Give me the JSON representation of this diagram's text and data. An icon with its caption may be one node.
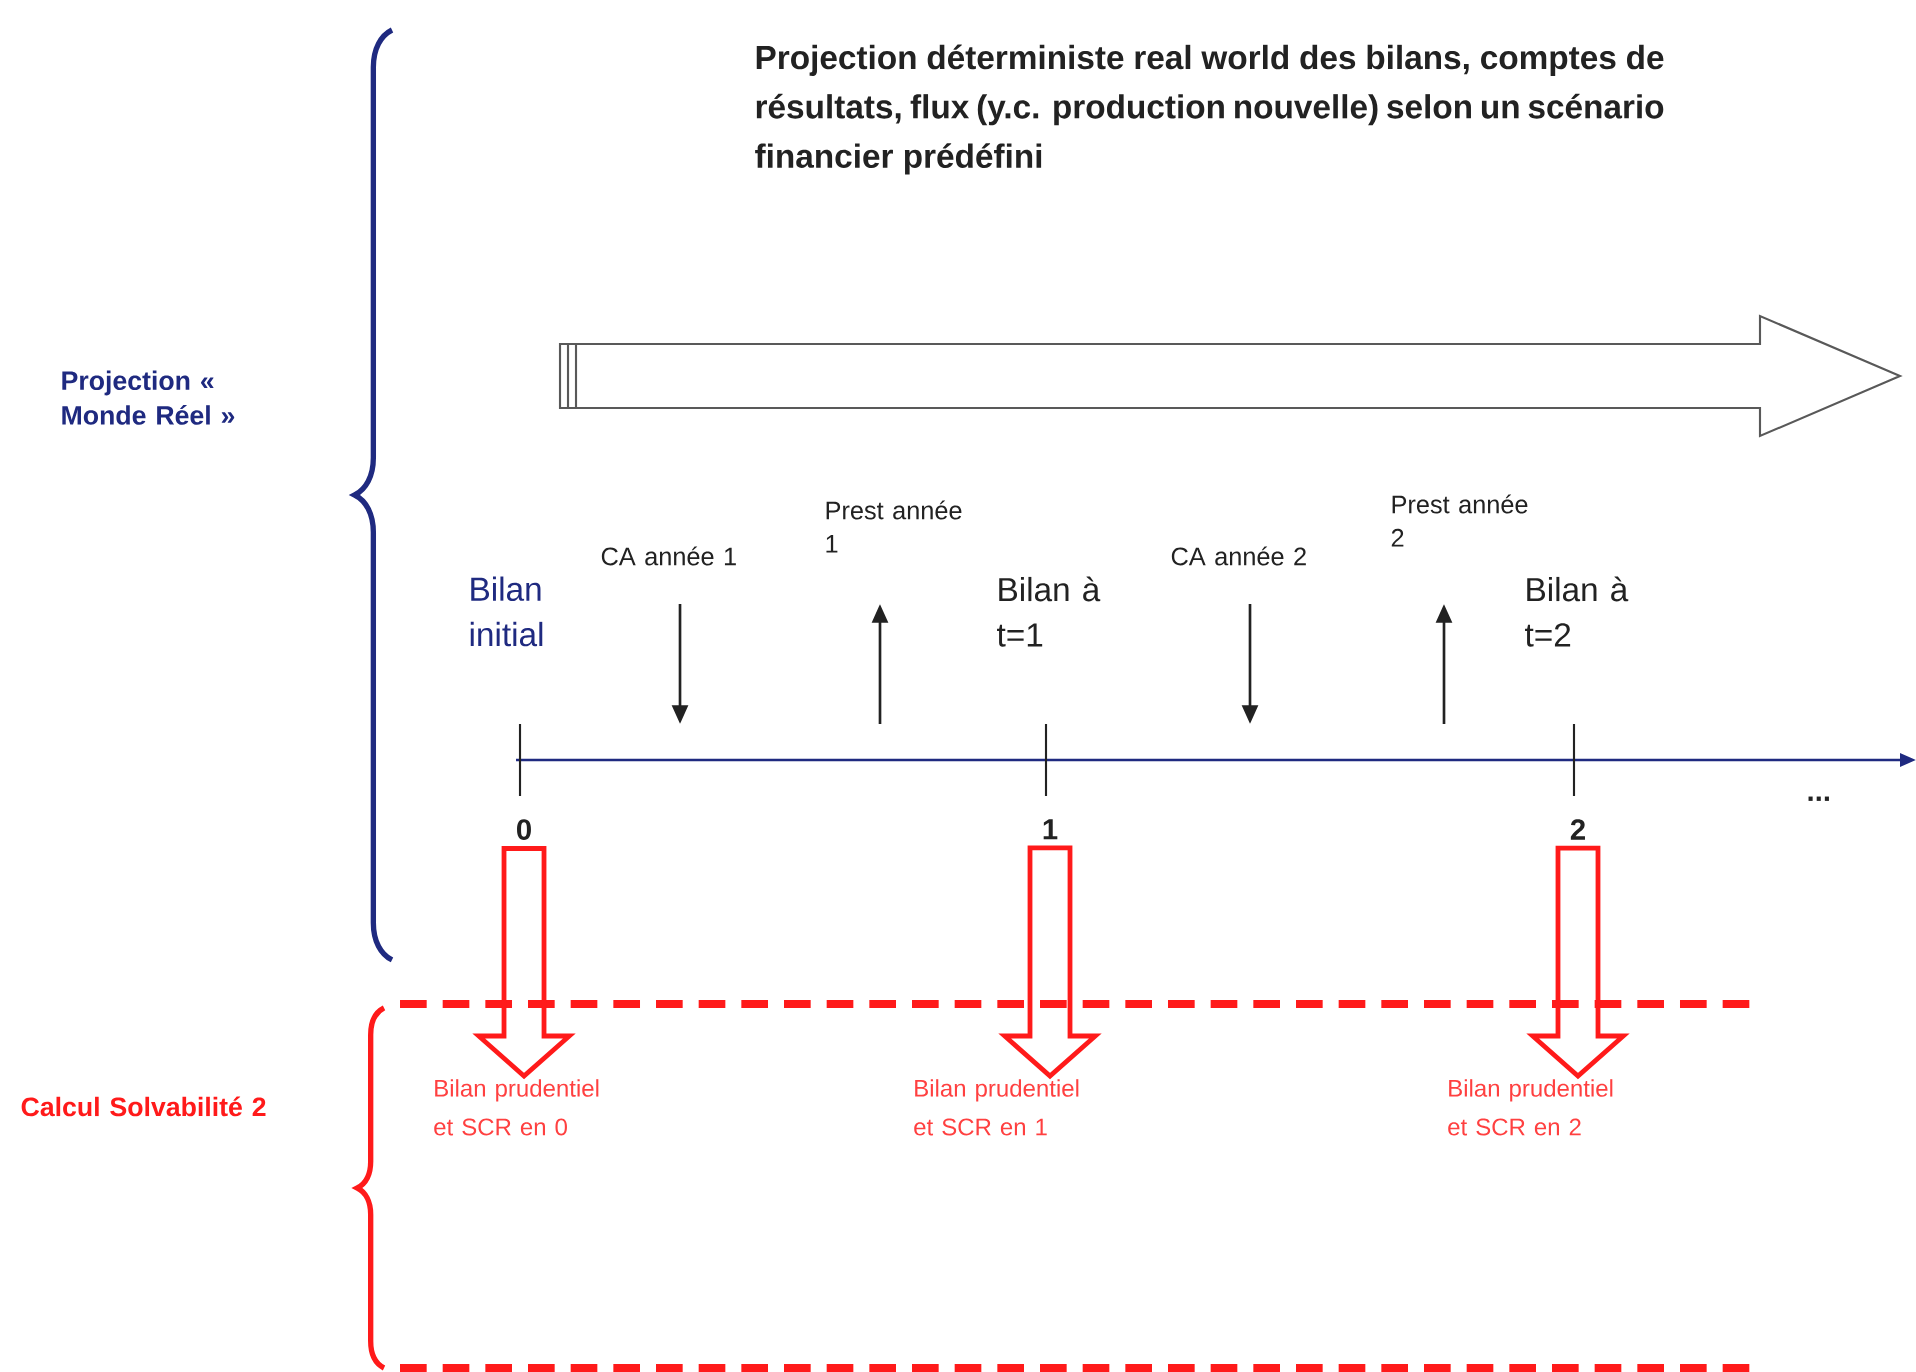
{
  "diagram": {
    "nodes": [
      {
        "text": [
          "0"
        ]
      },
      {
        "text": [
          "1"
        ]
      },
      {
        "text": [
          "2"
        ]
      },
      {
        "text": [
          "Bilan prudentiel et SCR en 0"
        ]
      },
      {
        "text": [
          "Bilan prudentiel et SCR en 1"
        ]
      },
      {
        "text": [
          "Bilan prudentiel et SCR en 2"
        ]
      }
    ],
    "edges": [
      {
        "from": 0,
        "to": 3,
        "arrow": "to"
      },
      {
        "from": 1,
        "to": 4,
        "arrow": "to"
      },
      {
        "from": 2,
        "to": 5,
        "arrow": "to"
      }
    ],
    "labels": [
      "Projection déterministe real world des bilans, comptes de résultats, flux (y.c. production nouvelle) selon un scénario financier prédéfini",
      "Projection « Monde Réel »",
      "Prest année 1",
      "Prest année 2",
      "CA année 1",
      "CA année 2",
      "Bilan initial",
      "Bilan à t=1",
      "Bilan à t=2",
      "...",
      "Calcul Solvabilité 2"
    ]
  }
}
